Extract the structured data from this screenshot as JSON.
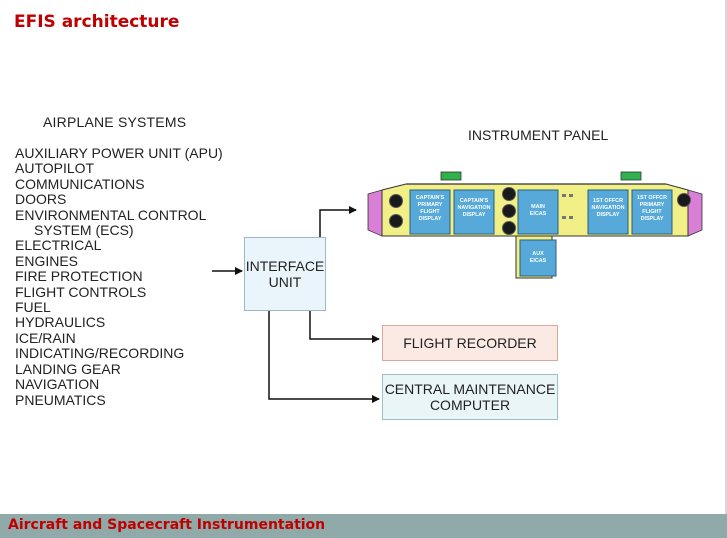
{
  "slide": {
    "title": "EFIS architecture",
    "footer": "Aircraft and Spacecraft Instrumentation"
  },
  "systems": {
    "heading": "AIRPLANE SYSTEMS",
    "items": [
      "AUXILIARY POWER UNIT (APU)",
      "AUTOPILOT",
      "COMMUNICATIONS",
      "DOORS",
      "ENVIRONMENTAL CONTROL",
      "SYSTEM (ECS)",
      "ELECTRICAL",
      "ENGINES",
      "FIRE PROTECTION",
      "FLIGHT CONTROLS",
      "FUEL",
      "HYDRAULICS",
      "ICE/RAIN",
      "INDICATING/RECORDING",
      "LANDING GEAR",
      "NAVIGATION",
      "PNEUMATICS"
    ]
  },
  "interface_unit": {
    "line1": "INTERFACE",
    "line2": "UNIT"
  },
  "instrument_panel": {
    "label": "INSTRUMENT PANEL",
    "displays": {
      "captain_pfd": [
        "CAPTAIN'S",
        "PRIMARY",
        "FLIGHT",
        "DISPLAY"
      ],
      "captain_nd": [
        "CAPTAIN'S",
        "NAVIGATION",
        "DISPLAY"
      ],
      "main_eicas": [
        "MAIN",
        "EICAS"
      ],
      "aux_eicas": [
        "AUX",
        "EICAS"
      ],
      "fo_nd": [
        "1ST OFFCR",
        "NAVIGATION",
        "DISPLAY"
      ],
      "fo_pfd": [
        "1ST OFFCR",
        "PRIMARY",
        "FLIGHT",
        "DISPLAY"
      ]
    },
    "colors": {
      "panel": "#f2ef86",
      "display": "#56a9d8",
      "side_panel": "#d97fd8",
      "annunciator": "#2fb24e",
      "instrument": "#1a1a1a"
    }
  },
  "flight_recorder": {
    "label": "FLIGHT RECORDER"
  },
  "cmc": {
    "line1": "CENTRAL MAINTENANCE",
    "line2": "COMPUTER"
  }
}
